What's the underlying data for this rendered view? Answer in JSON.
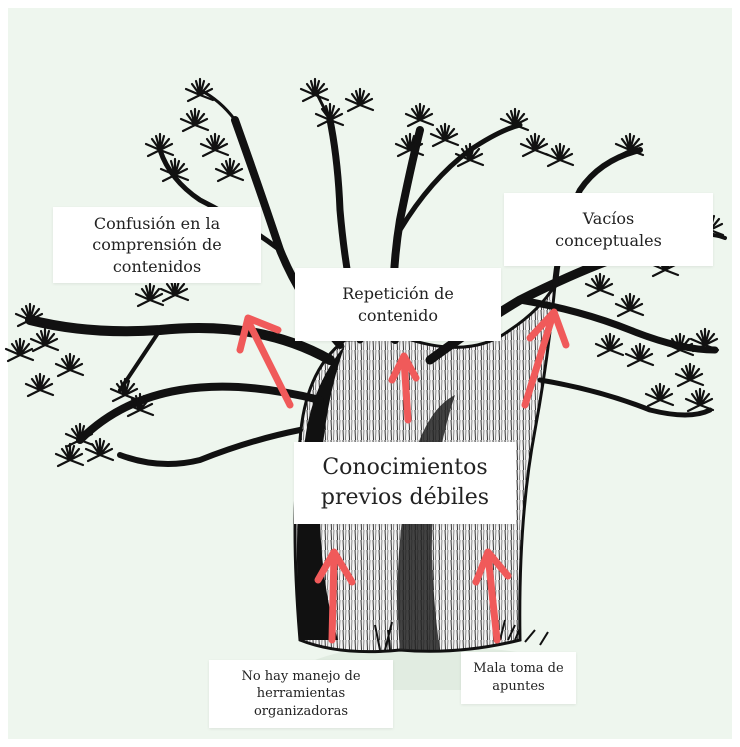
{
  "colors": {
    "background": "#eef6ee",
    "arrow": "#f05a5a",
    "ink": "#1a1a1a",
    "box": "#ffffff"
  },
  "icons": {
    "main": "baobab-tree-illustration",
    "arrows": "arrow-up-icon"
  },
  "nodes": {
    "center": {
      "line1": "Conocimientos",
      "line2": "previos débiles"
    },
    "top_left": {
      "line1": "Confusión en la",
      "line2": "comprensión de",
      "line3": "contenidos"
    },
    "middle": {
      "line1": "Repetición de",
      "line2": "contenido"
    },
    "top_right": {
      "line1": "Vacíos",
      "line2": "conceptuales"
    },
    "bottom_left": {
      "line1": "No hay manejo de",
      "line2": "herramientas",
      "line3": "organizadoras"
    },
    "bottom_right": {
      "line1": "Mala toma de",
      "line2": "apuntes"
    }
  }
}
